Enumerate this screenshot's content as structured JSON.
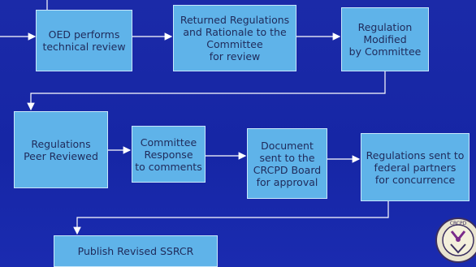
{
  "nodes": {
    "oed_review": "OED performs\ntechnical review",
    "returned_regs": "Returned Regulations\nand Rationale to the\nCommittee\nfor review",
    "modified_by_committee": "Regulation\nModified\nby Committee",
    "peer_reviewed": "Regulations\nPeer Reviewed",
    "committee_response": "Committee\nResponse\nto comments",
    "sent_to_board": "Document\nsent to the\nCRCPD Board\nfor approval",
    "sent_to_federal": "Regulations sent to\nfederal partners\nfor concurrence",
    "publish_ssrcr": "Publish Revised SSRCR"
  },
  "logo": {
    "text": "CRCPD"
  },
  "colors": {
    "background": "#1626a5",
    "box_fill": "#5fb3e9",
    "box_border": "#c9e7fb",
    "arrow": "#ffffff"
  }
}
